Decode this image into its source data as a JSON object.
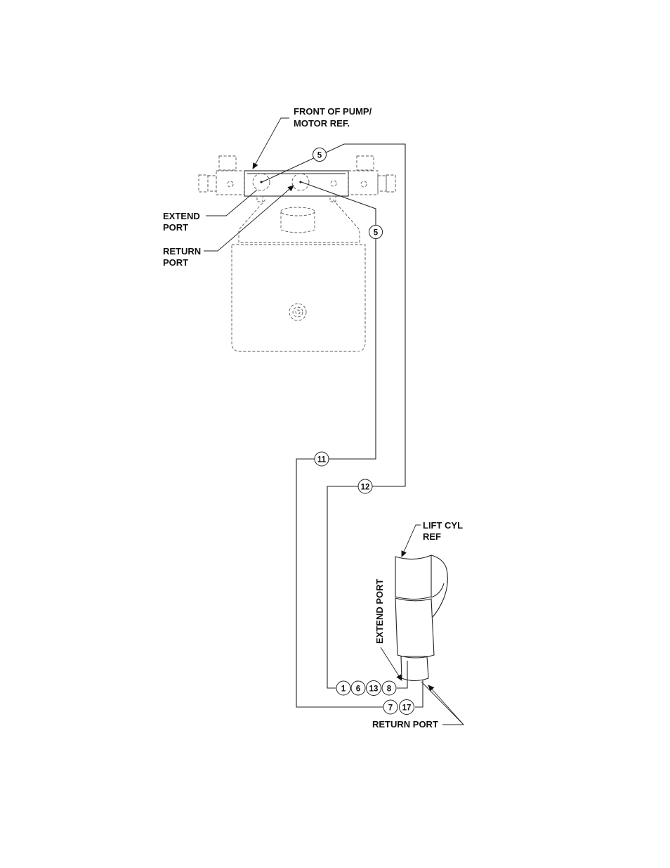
{
  "labels": {
    "front_pump_line1": "FRONT OF PUMP/",
    "front_pump_line2": "MOTOR REF.",
    "extend_port_line1": "EXTEND",
    "extend_port_line2": "PORT",
    "return_port_line1": "RETURN",
    "return_port_line2": "PORT",
    "lift_cyl_line1": "LIFT CYL",
    "lift_cyl_line2": "REF",
    "cyl_extend_port": "EXTEND PORT",
    "cyl_return_port": "RETURN PORT"
  },
  "callouts": {
    "c5_top": "5",
    "c5_right": "5",
    "c11": "11",
    "c12": "12",
    "c1": "1",
    "c6": "6",
    "c13": "13",
    "c8": "8",
    "c7": "7",
    "c17": "17"
  }
}
